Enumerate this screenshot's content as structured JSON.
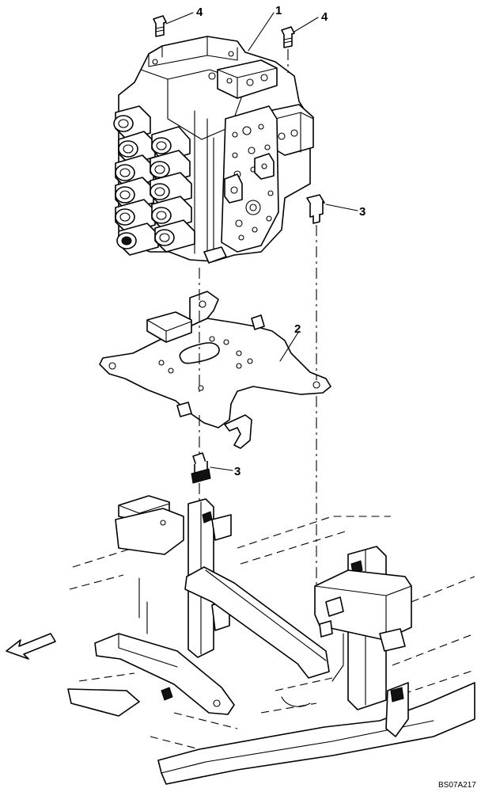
{
  "callouts": {
    "valve": "1",
    "plate": "2",
    "bolt_upper": "3",
    "bolt_lower": "3",
    "screw_left": "4",
    "screw_right": "4"
  },
  "reference_code": "BS07A217",
  "icons": {
    "direction": "arrow-icon"
  }
}
